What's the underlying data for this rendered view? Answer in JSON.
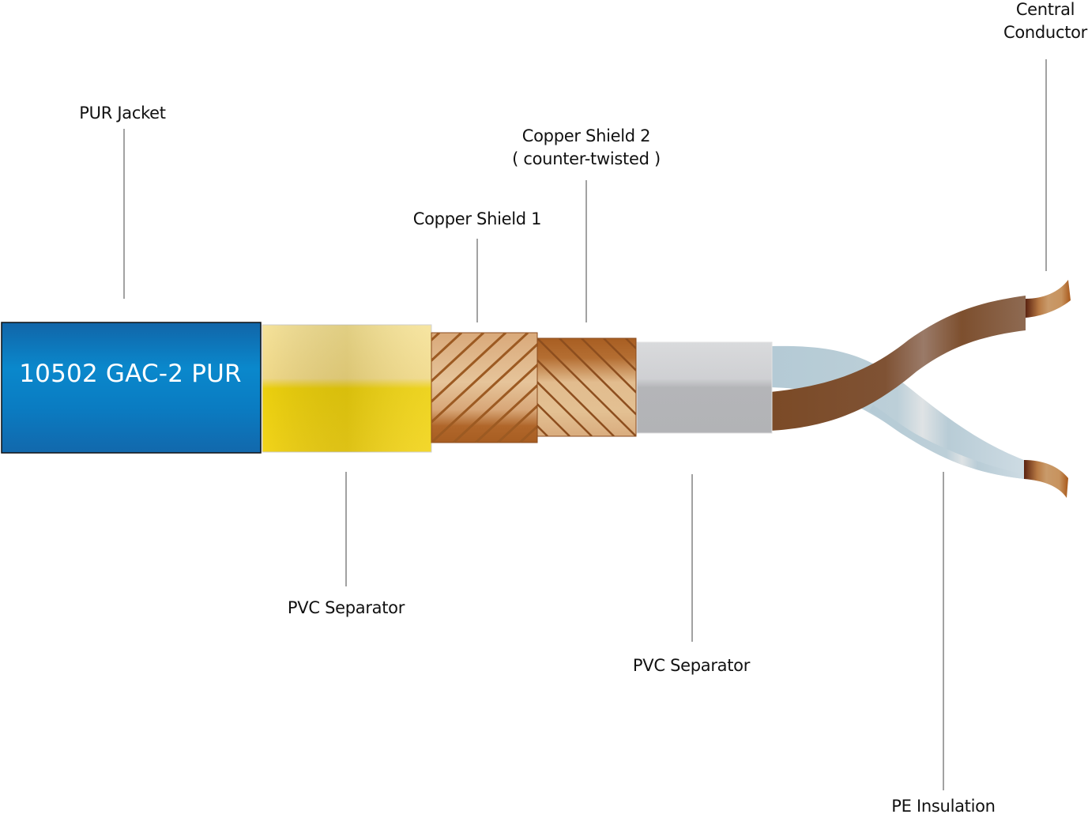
{
  "diagram": {
    "subject": "cable cross-section cutaway",
    "jacket_print": "10502 GAC-2 PUR",
    "labels": {
      "pur_jacket": "PUR Jacket",
      "pvc_separator_outer": "PVC Separator",
      "copper_shield_1": "Copper Shield 1",
      "copper_shield_2_line1": "Copper Shield 2",
      "copper_shield_2_line2": "( counter-twisted )",
      "pvc_separator_inner": "PVC Separator",
      "pe_insulation": "PE Insulation",
      "central_conductor_line1": "Central",
      "central_conductor_line2": "Conductor"
    },
    "colors": {
      "jacket": "#0a7ec4",
      "pvc_outer": "#e8c81a",
      "copper": "#b8692a",
      "copper_light": "#e2bb8f",
      "pvc_inner": "#c5c7cb",
      "core_brown": "#7a4a28",
      "core_blue": "#b8ccd6"
    }
  }
}
